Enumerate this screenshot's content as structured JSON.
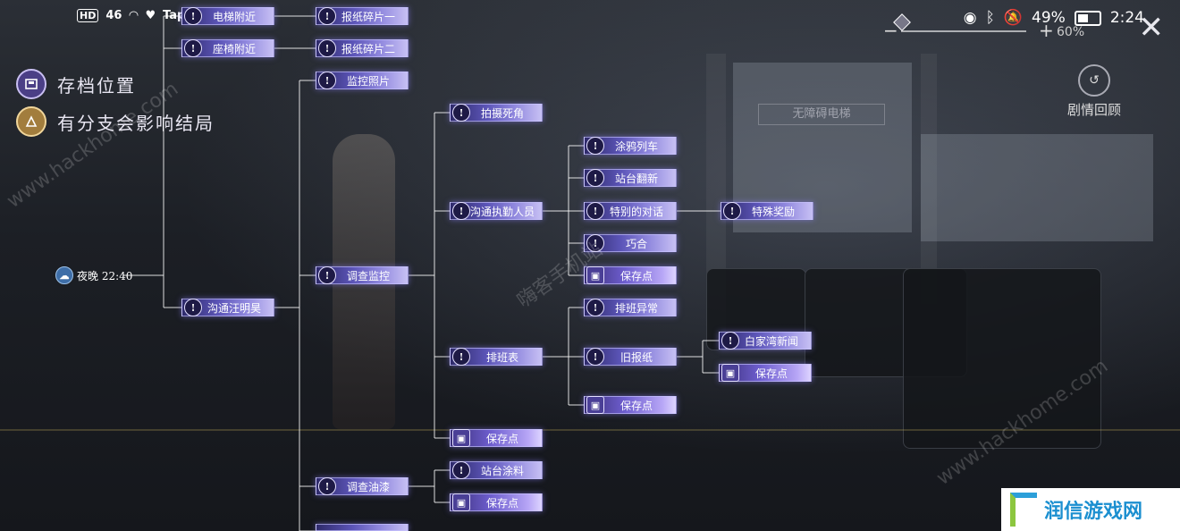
{
  "status_bar": {
    "left": [
      "HD",
      "46",
      "Tap"
    ],
    "battery": "49%",
    "time": "2:24"
  },
  "zoom": {
    "minus": "−",
    "plus": "+",
    "percent": "60%"
  },
  "close_label": "✕",
  "review": {
    "label": "剧情回顾"
  },
  "legend": {
    "save": "存档位置",
    "branch": "有分支会影响结局"
  },
  "tree": {
    "root": {
      "label": "夜晚 22:40"
    },
    "nodes": {
      "n_dianti": "电梯附近",
      "n_zuoyi": "座椅附近",
      "n_goutong_wang": "沟通汪明昊",
      "n_baozhi1": "报纸碎片一",
      "n_baozhi2": "报纸碎片二",
      "n_jiankong_zhao": "监控照片",
      "n_diaocha_jiankong": "调查监控",
      "n_diaocha_youqi": "调查油漆",
      "n_paishe": "拍摄死角",
      "n_goutong_zhiqin": "沟通执勤人员",
      "n_paibanbiao": "排班表",
      "n_save_a": "保存点",
      "n_zhantai_tuliao": "站台涂料",
      "n_save_b": "保存点",
      "n_tuya": "涂鸦列车",
      "n_zhantai_fanxin": "站台翻新",
      "n_tebie_duihua": "特别的对话",
      "n_qiaohe": "巧合",
      "n_save_c": "保存点",
      "n_paiban_yichang": "排班异常",
      "n_jiu_baozhi": "旧报纸",
      "n_save_d": "保存点",
      "n_teshu_jiangli": "特殊奖励",
      "n_baijiawan": "白家湾新闻",
      "n_save_e": "保存点"
    }
  },
  "scene_sign": "无障碍电梯",
  "watermarks": [
    "www.hackhome.com",
    "嗨客手机站",
    "www.hackhome.com"
  ],
  "brand": "润信游戏网",
  "colors": {
    "node_dark": "#2e2a6a",
    "node_light": "#c7c0f4",
    "line": "#ffffff"
  }
}
